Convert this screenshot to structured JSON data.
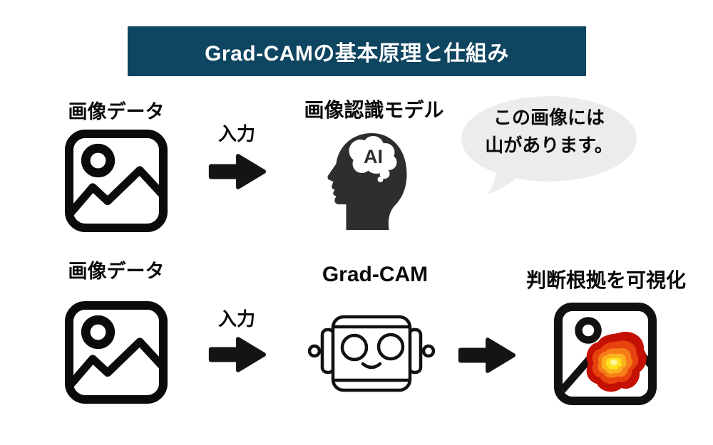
{
  "title": {
    "text": "Grad-CAMの基本原理と仕組み",
    "bg_color": "#0e4560",
    "text_color": "#ffffff"
  },
  "top_flow": {
    "image_label": "画像データ",
    "input_label": "入力",
    "model_label": "画像認識モデル",
    "ai_text": "AI",
    "speech_bubble": {
      "line1": "この画像には",
      "line2": "山があります。",
      "bg_color": "#ececec"
    }
  },
  "bottom_flow": {
    "image_label": "画像データ",
    "input_label": "入力",
    "gradcam_label": "Grad-CAM",
    "result_label": "判断根拠を可視化"
  },
  "icons": {
    "image_icon": "picture-with-mountain",
    "arrow_icon": "right-arrow",
    "model_icon": "ai-head-with-brain",
    "gradcam_icon": "robot-face",
    "result_icon": "picture-with-heatmap"
  },
  "colors": {
    "banner": "#0e4560",
    "icon_black": "#0b0b0b",
    "head_gray": "#2e2e2e",
    "bubble_gray": "#ececec",
    "heatmap_rings": [
      "#c41104",
      "#e8420e",
      "#f67d17",
      "#fcb31d",
      "#ffe11c",
      "#fff59b"
    ]
  }
}
